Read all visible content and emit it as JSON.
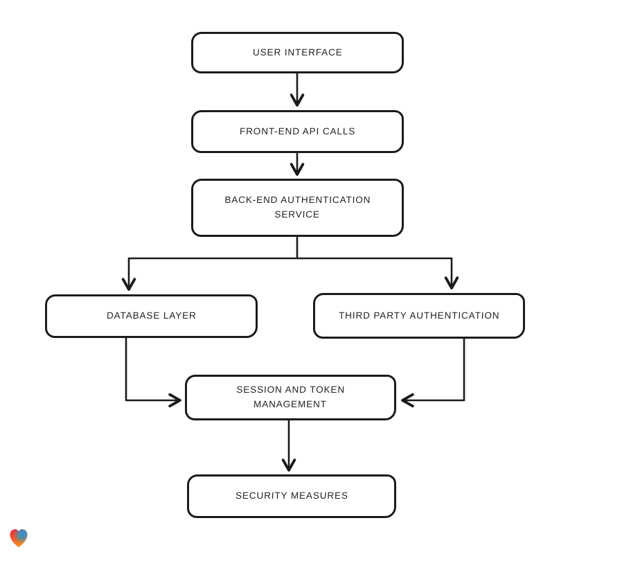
{
  "canvas": {
    "background": "#ffffff",
    "stroke_color": "#1b1b1b",
    "node_fill": "#ffffff",
    "text_color": "#1f1f1f"
  },
  "diagram": {
    "type": "flowchart",
    "nodes": [
      {
        "id": "user-interface",
        "label": "USER INTERFACE"
      },
      {
        "id": "front-end-api-calls",
        "label": "FRONT-END API CALLS"
      },
      {
        "id": "back-end-authentication-service",
        "label": "BACK-END AUTHENTICATION\nSERVICE"
      },
      {
        "id": "database-layer",
        "label": "DATABASE LAYER"
      },
      {
        "id": "third-party-authentication",
        "label": "THIRD PARTY AUTHENTICATION"
      },
      {
        "id": "session-and-token-management",
        "label": "SESSION AND TOKEN\nMANAGEMENT"
      },
      {
        "id": "security-measures",
        "label": "SECURITY MEASURES"
      }
    ],
    "edges": [
      {
        "from": "user-interface",
        "to": "front-end-api-calls"
      },
      {
        "from": "front-end-api-calls",
        "to": "back-end-authentication-service"
      },
      {
        "from": "back-end-authentication-service",
        "to": "database-layer"
      },
      {
        "from": "back-end-authentication-service",
        "to": "third-party-authentication"
      },
      {
        "from": "database-layer",
        "to": "session-and-token-management"
      },
      {
        "from": "third-party-authentication",
        "to": "session-and-token-management"
      },
      {
        "from": "session-and-token-management",
        "to": "security-measures"
      }
    ]
  },
  "watermark": {
    "icon": "heart-logo",
    "colors": {
      "red": "#e8253c",
      "orange": "#f69220",
      "blue": "#2196d9",
      "green": "#3fa564"
    }
  }
}
